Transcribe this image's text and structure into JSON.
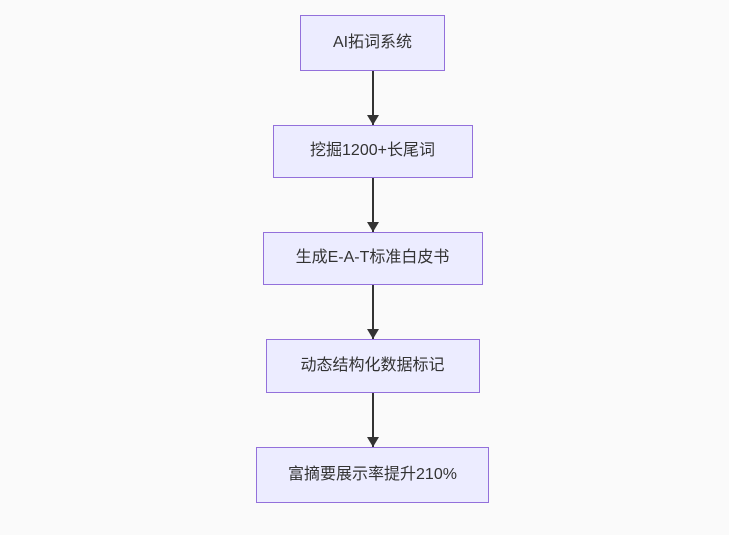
{
  "page": {
    "background": "#fafafa"
  },
  "diagram": {
    "type": "flowchart",
    "direction": "top-down",
    "node_fill": "#ECECFF",
    "node_border": "#9370DB",
    "text_color": "#333333",
    "arrow_color": "#333333",
    "nodes": [
      {
        "label": "AI拓词系统"
      },
      {
        "label": "挖掘1200+长尾词"
      },
      {
        "label": "生成E-A-T标准白皮书"
      },
      {
        "label": "动态结构化数据标记"
      },
      {
        "label": "富摘要展示率提升210%"
      }
    ],
    "edges": [
      {
        "from": 0,
        "to": 1
      },
      {
        "from": 1,
        "to": 2
      },
      {
        "from": 2,
        "to": 3
      },
      {
        "from": 3,
        "to": 4
      }
    ]
  }
}
